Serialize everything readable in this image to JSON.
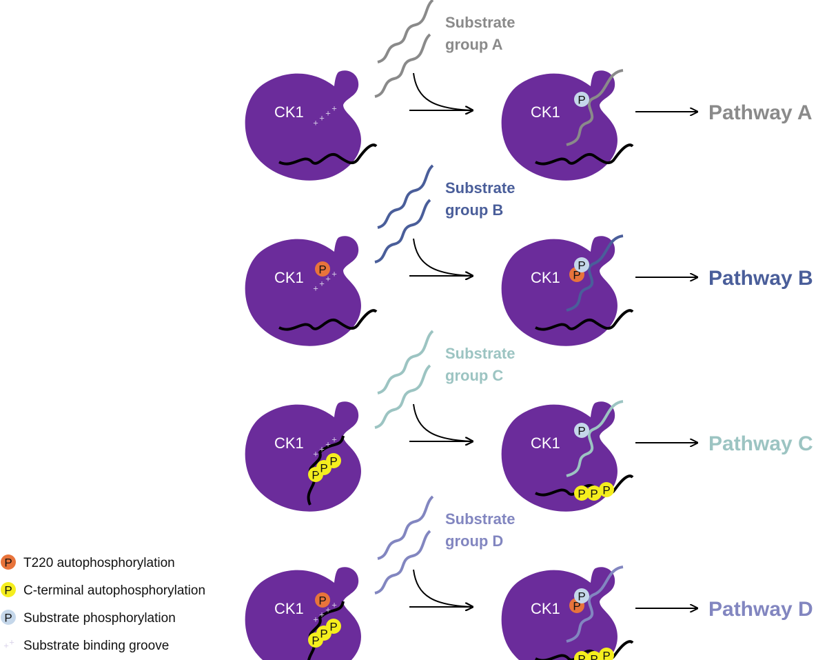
{
  "colors": {
    "kinase": "#6b2c9b",
    "black_tail": "#000000",
    "t220": "#e8743b",
    "cterm": "#f5ee1e",
    "substrate_p": "#c5d7ea",
    "groove": "#cfc6dc",
    "group_a": "#8a8a8a",
    "group_b": "#4a5e9a",
    "group_c": "#9cc4c2",
    "group_d": "#8286c0"
  },
  "kinase_label": "CK1",
  "phospho_letter": "P",
  "rows": [
    {
      "id": "a",
      "substrate_label_line1": "Substrate",
      "substrate_label_line2": "group A",
      "pathway_label": "Pathway A",
      "color_key": "group_a",
      "t220": false,
      "cterm": false
    },
    {
      "id": "b",
      "substrate_label_line1": "Substrate",
      "substrate_label_line2": "group B",
      "pathway_label": "Pathway B",
      "color_key": "group_b",
      "t220": true,
      "cterm": false
    },
    {
      "id": "c",
      "substrate_label_line1": "Substrate",
      "substrate_label_line2": "group C",
      "pathway_label": "Pathway C",
      "color_key": "group_c",
      "t220": false,
      "cterm": true
    },
    {
      "id": "d",
      "substrate_label_line1": "Substrate",
      "substrate_label_line2": "group D",
      "pathway_label": "Pathway D",
      "color_key": "group_d",
      "t220": true,
      "cterm": true
    }
  ],
  "legend": [
    {
      "symbol": "t220-dot",
      "label": "T220 autophosphorylation"
    },
    {
      "symbol": "cterm-dot",
      "label": "C-terminal autophosphorylation"
    },
    {
      "symbol": "substrate-dot",
      "label": "Substrate phosphorylation"
    },
    {
      "symbol": "groove-icon",
      "label": "Substrate binding groove"
    }
  ]
}
